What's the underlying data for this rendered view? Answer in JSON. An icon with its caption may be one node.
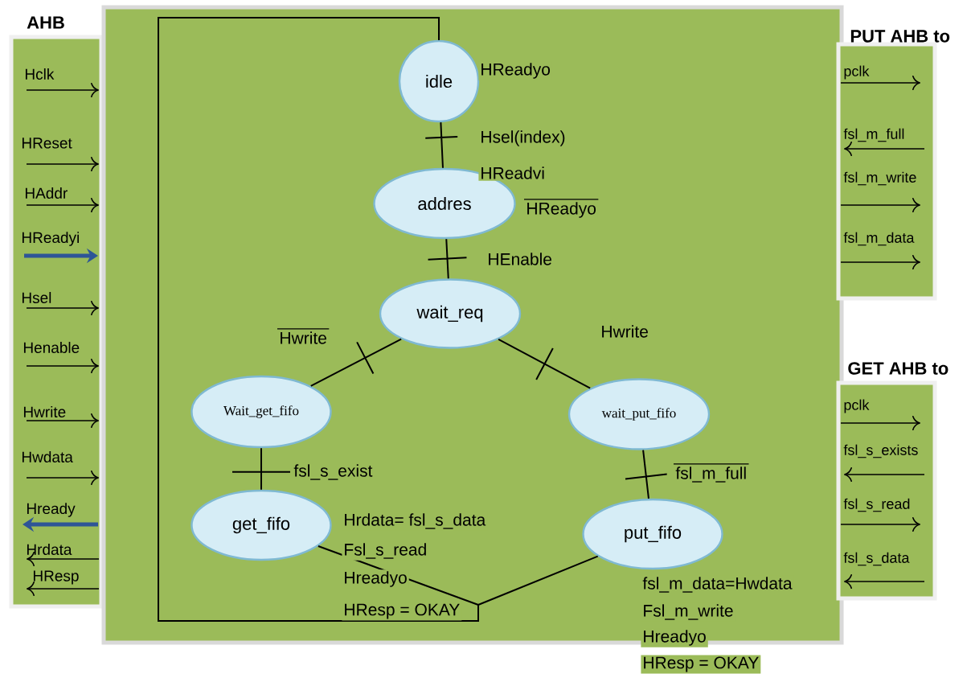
{
  "diagram": {
    "nodes": [
      {
        "text": [
          "AHB"
        ]
      },
      {
        "text": [],
        "shape": "box"
      },
      {
        "text": [
          "PUT AHB to"
        ]
      },
      {
        "text": [
          "GET AHB to"
        ]
      },
      {
        "text": [
          "idle"
        ],
        "in": 1,
        "beside": [
          "HReadyo"
        ]
      },
      {
        "text": [
          "addres"
        ],
        "in": 1,
        "beside": [
          "HReadvi",
          "HReadyo"
        ]
      },
      {
        "text": [
          "wait_req"
        ],
        "in": 1
      },
      {
        "text": [
          "Wait_get_fifo"
        ],
        "in": 1
      },
      {
        "text": [
          "wait_put_fifo"
        ],
        "in": 1
      },
      {
        "text": [
          "get_fifo"
        ],
        "in": 1,
        "beside": [
          "Hrdata= fsl_s_data",
          "Fsl_s_read",
          "Hreadyo",
          "HResp = OKAY"
        ]
      },
      {
        "text": [
          "put_fifo"
        ],
        "in": 1,
        "beside": [
          "fsl_m_data=Hwdata",
          "Fsl_m_write",
          "Hreadyo",
          "HResp = OKAY"
        ]
      }
    ],
    "edges": [
      {
        "from": 4,
        "to": 5,
        "arrow": "none",
        "label": "Hsel(index)"
      },
      {
        "from": 5,
        "to": 6,
        "arrow": "none",
        "label": "HEnable"
      },
      {
        "from": 6,
        "to": 7,
        "arrow": "none",
        "label": "Hwrite"
      },
      {
        "from": 6,
        "to": 8,
        "arrow": "none",
        "label": "Hwrite"
      },
      {
        "from": 7,
        "to": 9,
        "arrow": "none",
        "label": "fsl_s_exist"
      },
      {
        "from": 8,
        "to": 10,
        "arrow": "none",
        "label": "fsl_m_full"
      },
      {
        "from": 9,
        "to": 4,
        "arrow": "none"
      },
      {
        "from": 10,
        "to": 4,
        "arrow": "none"
      }
    ],
    "labels": [
      "Hclk",
      "HReset",
      "HAddr",
      "HReadyi",
      "Hsel",
      "Henable",
      "Hwrite",
      "Hwdata",
      "Hready",
      "Hrdata",
      "HResp",
      "pclk",
      "fsl_m_full",
      "fsl_m_write",
      "fsl_m_data",
      "pclk",
      "fsl_s_exists",
      "fsl_s_read",
      "fsl_s_data"
    ]
  }
}
